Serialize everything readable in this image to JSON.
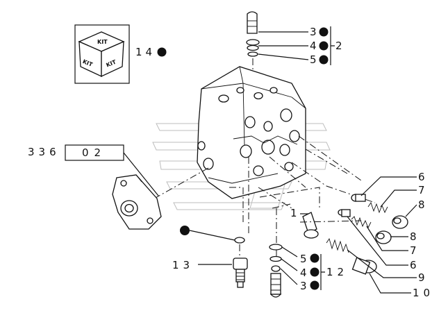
{
  "kit_box": {
    "face_text": "KIT",
    "callout_num": "14"
  },
  "ref_code": {
    "prefix": "336",
    "suffix": "02"
  },
  "callouts": {
    "top_3": "3",
    "top_4": "4",
    "top_5": "5",
    "top_group": "2",
    "c6a": "6",
    "c7a": "7",
    "c8a": "8",
    "c1": "1",
    "c8b": "8",
    "c7b": "7",
    "c6b": "6",
    "c9": "9",
    "c10": "10",
    "bot_5": "5",
    "bot_4": "4",
    "bot_3": "3",
    "bot_group": "12",
    "c13": "13"
  }
}
